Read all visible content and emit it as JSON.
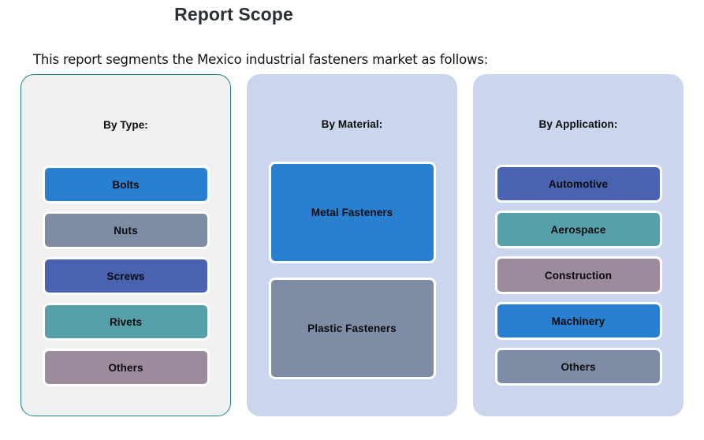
{
  "header": {
    "title": "Report Scope",
    "subtitle": "This report segments the Mexico industrial fasteners market as follows:"
  },
  "palette": {
    "blue": "#2980d0",
    "slate": "#7f8ca6",
    "indigo": "#4a63b0",
    "teal": "#56a1a9",
    "mauve": "#9d8a9c",
    "panel_gray": "#f0f0f0",
    "panel_periwinkle": "#cbd5ee",
    "panel_border_teal": "#1f7f85",
    "title_color": "#2b3038"
  },
  "columns": [
    {
      "header": "By Type:",
      "items": [
        {
          "label": "Bolts",
          "color": "#2980d0"
        },
        {
          "label": "Nuts",
          "color": "#7f8ca6"
        },
        {
          "label": "Screws",
          "color": "#4a63b0"
        },
        {
          "label": "Rivets",
          "color": "#56a1a9"
        },
        {
          "label": "Others",
          "color": "#9d8a9c"
        }
      ]
    },
    {
      "header": "By Material:",
      "items": [
        {
          "label": "Metal Fasteners",
          "color": "#2980d0"
        },
        {
          "label": "Plastic Fasteners",
          "color": "#7f8ca6"
        }
      ]
    },
    {
      "header": "By Application:",
      "items": [
        {
          "label": "Automotive",
          "color": "#4a63b0"
        },
        {
          "label": "Aerospace",
          "color": "#56a1a9"
        },
        {
          "label": "Construction",
          "color": "#9d8a9c"
        },
        {
          "label": "Machinery",
          "color": "#2980d0"
        },
        {
          "label": "Others",
          "color": "#7f8ca6"
        }
      ]
    }
  ]
}
